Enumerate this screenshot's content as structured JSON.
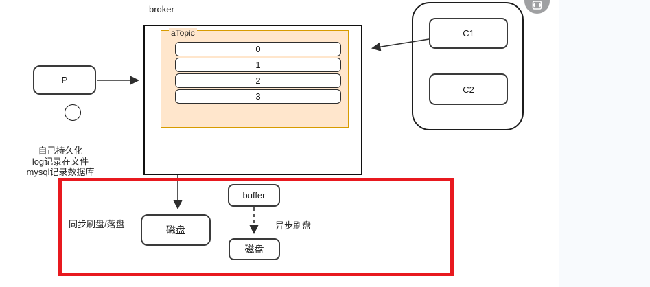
{
  "colors": {
    "topic_fill": "#ffe6cc",
    "topic_stroke": "#d79b00",
    "highlight_red": "#e8191f",
    "icon_gray": "#9fa0a2"
  },
  "broker": {
    "label": "broker",
    "topic": {
      "label": "aTopic",
      "partitions": [
        "0",
        "1",
        "2",
        "3"
      ]
    }
  },
  "producer": {
    "label": "P"
  },
  "consumer_group": {
    "c1_label": "C1",
    "c2_label": "C2"
  },
  "persistence_note": {
    "line1": "自己持久化",
    "line2": "log记录在文件",
    "line3": "mysql记录数据库"
  },
  "flush_section": {
    "sync_label": "同步刷盘/落盘",
    "disk_left_label": "磁盘",
    "buffer_label": "buffer",
    "async_label": "异步刷盘",
    "disk_right_label": "磁盘"
  },
  "icons": {
    "top_right": "image-preview-icon"
  }
}
